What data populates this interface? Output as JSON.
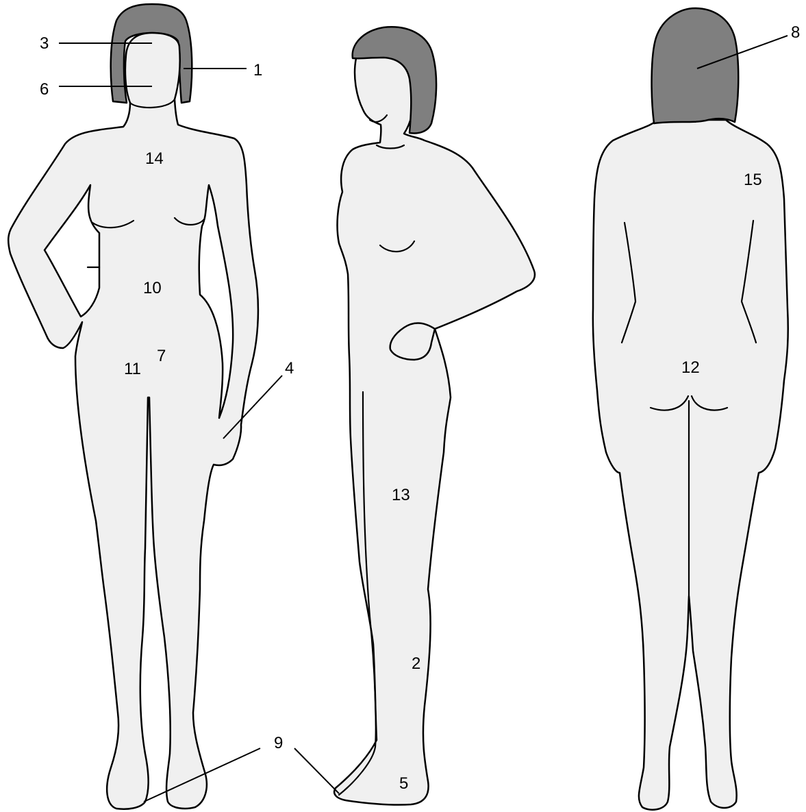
{
  "figure": {
    "labels": [
      {
        "id": "label-1",
        "text": "1"
      },
      {
        "id": "label-2",
        "text": "2"
      },
      {
        "id": "label-3",
        "text": "3"
      },
      {
        "id": "label-4",
        "text": "4"
      },
      {
        "id": "label-5",
        "text": "5"
      },
      {
        "id": "label-6",
        "text": "6"
      },
      {
        "id": "label-7",
        "text": "7"
      },
      {
        "id": "label-8",
        "text": "8"
      },
      {
        "id": "label-9",
        "text": "9"
      },
      {
        "id": "label-10",
        "text": "10"
      },
      {
        "id": "label-11",
        "text": "11"
      },
      {
        "id": "label-12",
        "text": "12"
      },
      {
        "id": "label-13",
        "text": "13"
      },
      {
        "id": "label-14",
        "text": "14"
      },
      {
        "id": "label-15",
        "text": "15"
      }
    ],
    "colors": {
      "skin": "#f0f0f0",
      "hair": "#7f7f7f",
      "outline": "#000000"
    }
  }
}
